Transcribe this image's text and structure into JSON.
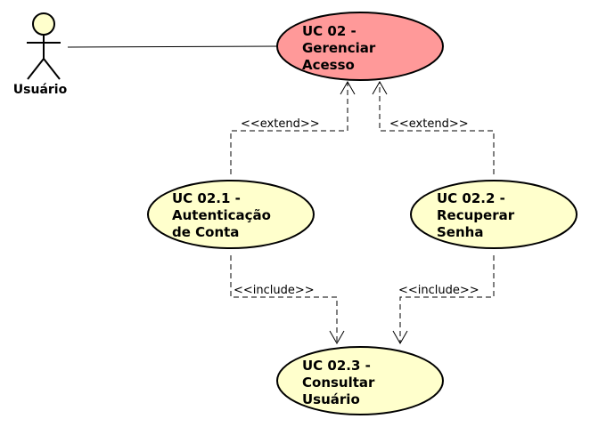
{
  "actor": {
    "name": "Usuário"
  },
  "use_cases": {
    "uc02": {
      "lines": [
        "UC 02 -",
        "Gerenciar",
        "Acesso"
      ],
      "fill": "#FF9999"
    },
    "uc021": {
      "lines": [
        "UC 02.1 -",
        "Autenticação",
        "de Conta"
      ],
      "fill": "#FFFFCC"
    },
    "uc022": {
      "lines": [
        "UC 02.2 -",
        "Recuperar",
        "Senha"
      ],
      "fill": "#FFFFCC"
    },
    "uc023": {
      "lines": [
        "UC 02.3 -",
        "Consultar",
        "Usuário"
      ],
      "fill": "#FFFFCC"
    }
  },
  "relations": {
    "extend_left": "<<extend>>",
    "extend_right": "<<extend>>",
    "include_left": "<<include>>",
    "include_right": "<<include>>"
  },
  "colors": {
    "actor_fill": "#FFFFCC",
    "stroke": "#000000"
  }
}
